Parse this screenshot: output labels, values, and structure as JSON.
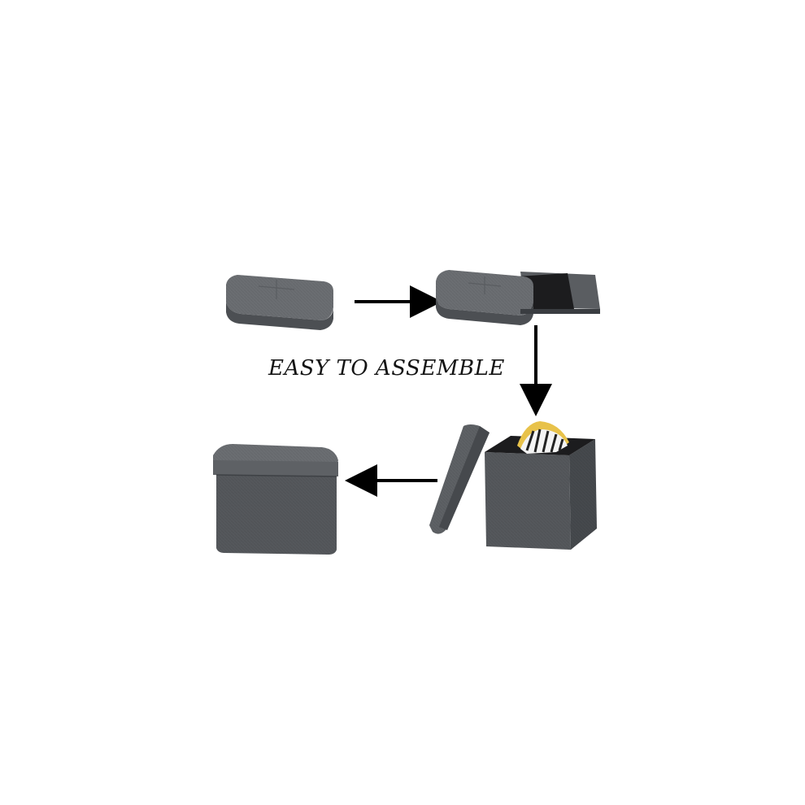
{
  "caption": "EASY TO ASSEMBLE",
  "colors": {
    "background": "#ffffff",
    "fabric_top": "#6b6e72",
    "fabric_side": "#55585c",
    "fabric_dark": "#44474b",
    "liner": "#1c1c1e",
    "arrow": "#000000",
    "insert_yellow": "#e8c24a"
  },
  "steps": [
    {
      "name": "folded-lid",
      "icon": "folded-ottoman"
    },
    {
      "name": "unfolding-panels",
      "icon": "unfolding-ottoman"
    },
    {
      "name": "open-cube",
      "icon": "open-storage-cube"
    },
    {
      "name": "closed-cube",
      "icon": "closed-storage-cube"
    }
  ]
}
